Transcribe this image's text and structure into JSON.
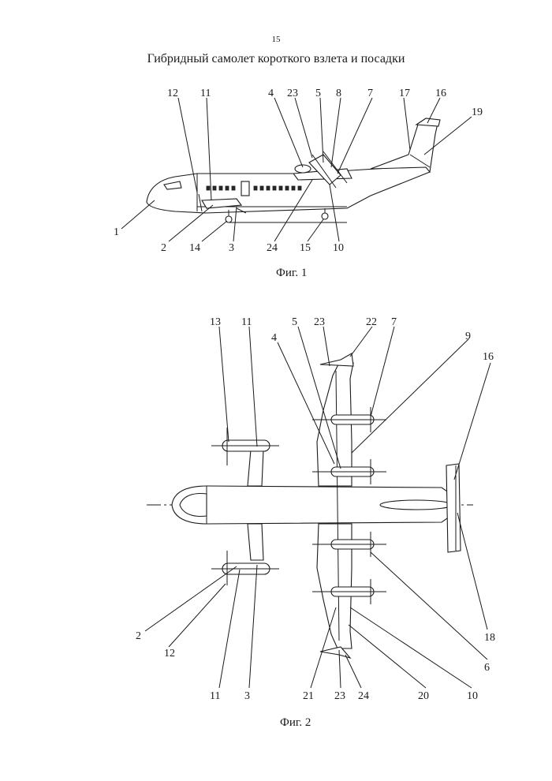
{
  "page_number": "15",
  "title": "Гибридный самолет короткого взлета и посадки",
  "fig1": {
    "caption": "Фиг. 1",
    "labels": [
      "12",
      "11",
      "4",
      "23",
      "5",
      "8",
      "7",
      "17",
      "16",
      "19",
      "1",
      "2",
      "14",
      "3",
      "24",
      "15",
      "10"
    ]
  },
  "fig2": {
    "caption": "Фиг. 2",
    "labels": [
      "13",
      "11",
      "5",
      "23",
      "22",
      "7",
      "9",
      "4",
      "16",
      "2",
      "12",
      "11",
      "3",
      "21",
      "23",
      "24",
      "20",
      "10",
      "6",
      "18"
    ]
  }
}
